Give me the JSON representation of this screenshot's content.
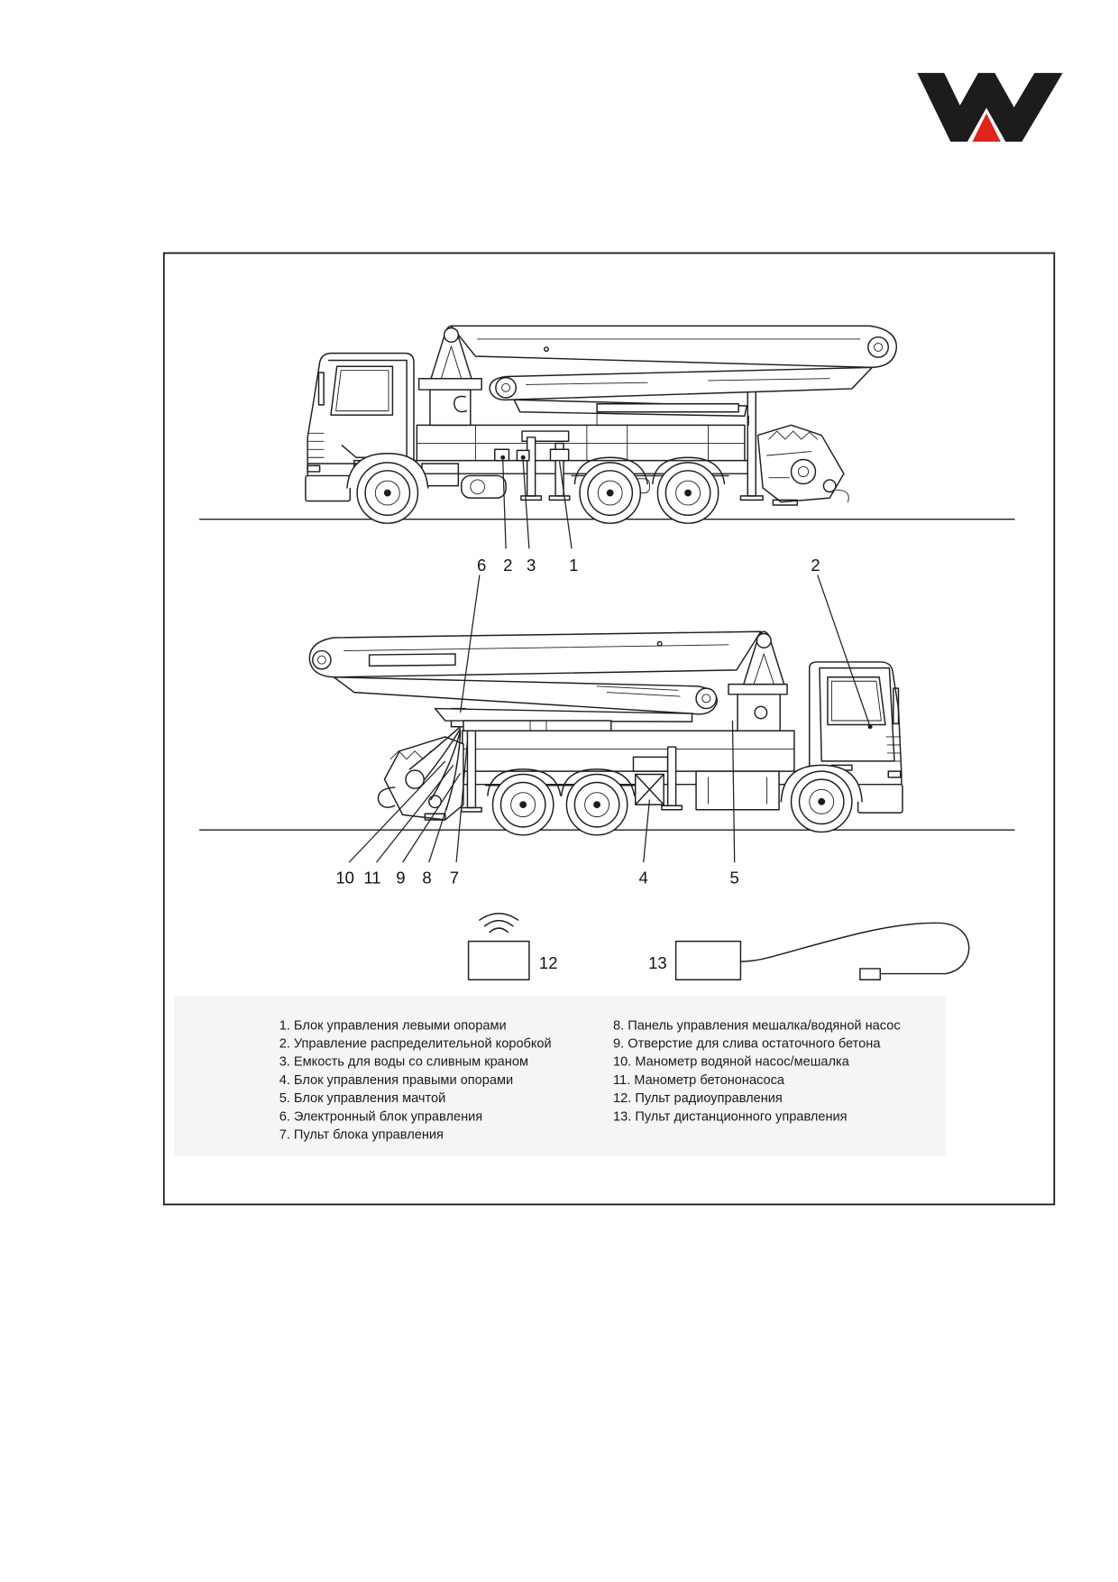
{
  "brand": {
    "logo_dark": "#1c1c1c",
    "logo_red": "#e2231a"
  },
  "callouts": {
    "upper": [
      "6",
      "2",
      "3",
      "1",
      "2"
    ],
    "lower": [
      "10",
      "11",
      "9",
      "8",
      "7",
      "4",
      "5"
    ],
    "devices": [
      "12",
      "13"
    ]
  },
  "legend": {
    "left": [
      "1. Блок управления левыми опорами",
      "2. Управление распределительной коробкой",
      "3. Емкость для воды со сливным краном",
      "4. Блок управления правыми опорами",
      "5. Блок управления мачтой",
      "6. Электронный блок управления",
      "7. Пульт блока управления"
    ],
    "right": [
      "8. Панель управления мешалка/водяной насос",
      "9. Отверстие для слива остаточного бетона",
      "10. Манометр водяной насос/мешалка",
      "11. Манометр бетононасоса",
      "12. Пульт радиоуправления",
      "13. Пульт дистанционного управления"
    ]
  }
}
